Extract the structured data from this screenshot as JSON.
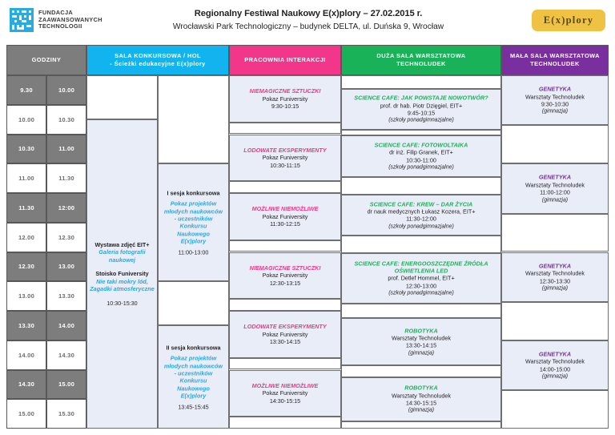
{
  "header": {
    "foundation_logo_icon": "foundation-maze-logo",
    "foundation_lines": [
      "FUNDACJA",
      "ZAAWANSOWANYCH",
      "TECHNOLOGII"
    ],
    "title_line1": "Regionalny Festiwal Naukowy E(x)plory – 27.02.2015 r.",
    "title_line2": "Wrocławski Park Technologiczny – budynek DELTA, ul. Duńska 9, Wrocław",
    "brand_logo_text": "E(x)plory",
    "brand_logo_color": "#f0c244"
  },
  "columns": [
    {
      "key": "time",
      "label": "GODZINY",
      "label2": "",
      "color": "#7d7d7d"
    },
    {
      "key": "sala",
      "label": "SALA KONKURSOWA / HOL",
      "label2": "- Ścieżki edukacyjne E(x)plory",
      "color": "#12b4ef"
    },
    {
      "key": "prac",
      "label": "PRACOWNIA INTERAKCJI",
      "label2": "",
      "color": "#f2368a"
    },
    {
      "key": "duza",
      "label": "DUŻA SALA WARSZTATOWA",
      "label2": "TECHNOLUDEK",
      "color": "#19b259"
    },
    {
      "key": "mala",
      "label": "MAŁA SALA WARSZTATOWA",
      "label2": "TECHNOLUDEK",
      "color": "#7a2f9e"
    }
  ],
  "time_rows": [
    {
      "start": "9.30",
      "end": "10.00",
      "shaded": true
    },
    {
      "start": "10.00",
      "end": "10.30",
      "shaded": false
    },
    {
      "start": "10.30",
      "end": "11.00",
      "shaded": true
    },
    {
      "start": "11.00",
      "end": "11.30",
      "shaded": false
    },
    {
      "start": "11.30",
      "end": "12:00",
      "shaded": true
    },
    {
      "start": "12.00",
      "end": "12.30",
      "shaded": false
    },
    {
      "start": "12.30",
      "end": "13.00",
      "shaded": true
    },
    {
      "start": "13.00",
      "end": "13.30",
      "shaded": false
    },
    {
      "start": "13.30",
      "end": "14.00",
      "shaded": true
    },
    {
      "start": "14.00",
      "end": "14.30",
      "shaded": false
    },
    {
      "start": "14.30",
      "end": "15.00",
      "shaded": true
    },
    {
      "start": "15.00",
      "end": "15.30",
      "shaded": false
    }
  ],
  "events": {
    "sala_exhibit": {
      "title": "Wystawa zdjęć EIT+",
      "subtitle": "Galeria fotografii\nnaukowej",
      "title2": "Stoisko Funiversity",
      "subtitle2": "Nie taki mokry lód,\nZagadki atmosferyczne",
      "time": "10:30-15:30"
    },
    "sala_session1": {
      "title": "I sesja konkursowa",
      "subtitle": "Pokaz projektów\nmłodych naukowców\n- uczestników Konkursu\nNaukowego\nE(x)plory",
      "time": "11:00-13:00"
    },
    "sala_session2": {
      "title": "II sesja konkursowa",
      "subtitle": "Pokaz projektów\nmłodych naukowców\n- uczestników Konkursu\nNaukowego\nE(x)plory",
      "time": "13:45-15:45"
    },
    "prac": [
      {
        "title": "NIEMAGICZNE SZTUCZKI",
        "subtitle": "Pokaz Funiversity",
        "time": "9:30-10:15"
      },
      {
        "title": "LODOWATE EKSPERYMENTY",
        "subtitle": "Pokaz Funiversity",
        "time": "10:30-11:15"
      },
      {
        "title": "MOŻLIWE NIEMOŻLIWE",
        "subtitle": "Pokaz Funiversity",
        "time": "11:30-12:15"
      },
      {
        "title": "NIEMAGICZNE SZTUCZKI",
        "subtitle": "Pokaz Funiversity",
        "time": "12:30-13:15"
      },
      {
        "title": "LODOWATE EKSPERYMENTY",
        "subtitle": "Pokaz Funiversity",
        "time": "13:30-14:15"
      },
      {
        "title": "MOŻLIWE NIEMOŻLIWE",
        "subtitle": "Pokaz Funiversity",
        "time": "14:30-15:15"
      }
    ],
    "duza": [
      {
        "title": "SCIENCE CAFE: JAK POWSTAJE NOWOTWÓR?",
        "subtitle": "prof. dr hab. Piotr Dzięgiel, EIT+",
        "time": "9:45-10:15",
        "note": "(szkoły ponadgimnazjalne)"
      },
      {
        "title": "SCIENCE CAFE: FOTOWOLTAIKA",
        "subtitle": "dr inż. Filip Granek, EIT+",
        "time": "10:30-11:00",
        "note": "(szkoły ponadgimnazjalne)"
      },
      {
        "title": "SCIENCE CAFE: KREW – DAR ŻYCIA",
        "subtitle": "dr nauk medycznych Łukasz Kozera, EIT+",
        "time": "11:30-12:00",
        "note": "(szkoły ponadgimnazjalne)"
      },
      {
        "title": "SCIENCE CAFE: ENERGOOSZCZĘDNE ŹRÓDŁA OŚWIETLENIA LED",
        "subtitle": "prof. Detlef Hommel, EIT+",
        "time": "12:30-13:00",
        "note": "(szkoły ponadgimnazjalne)"
      },
      {
        "title": "ROBOTYKA",
        "subtitle": "Warsztaty Technoludek",
        "time": "13:30-14:15",
        "note": "(gimnazja)"
      },
      {
        "title": "ROBOTYKA",
        "subtitle": "Warsztaty Technoludek",
        "time": "14:30-15:15",
        "note": "(gimnazja)"
      }
    ],
    "mala": [
      {
        "title": "GENETYKA",
        "subtitle": "Warsztaty Technoludek",
        "time": "9:30-10:30",
        "note": "(gimnazja)"
      },
      {
        "title": "GENETYKA",
        "subtitle": "Warsztaty Technoludek",
        "time": "11:00-12:00",
        "note": "(gimnazja)"
      },
      {
        "title": "GENETYKA",
        "subtitle": "Warsztaty Technoludek",
        "time": "12:30-13:30",
        "note": "(gimnazja)"
      },
      {
        "title": "GENETYKA",
        "subtitle": "Warsztaty Technoludek",
        "time": "14:00-15:00",
        "note": "(gimnazja)"
      }
    ]
  }
}
